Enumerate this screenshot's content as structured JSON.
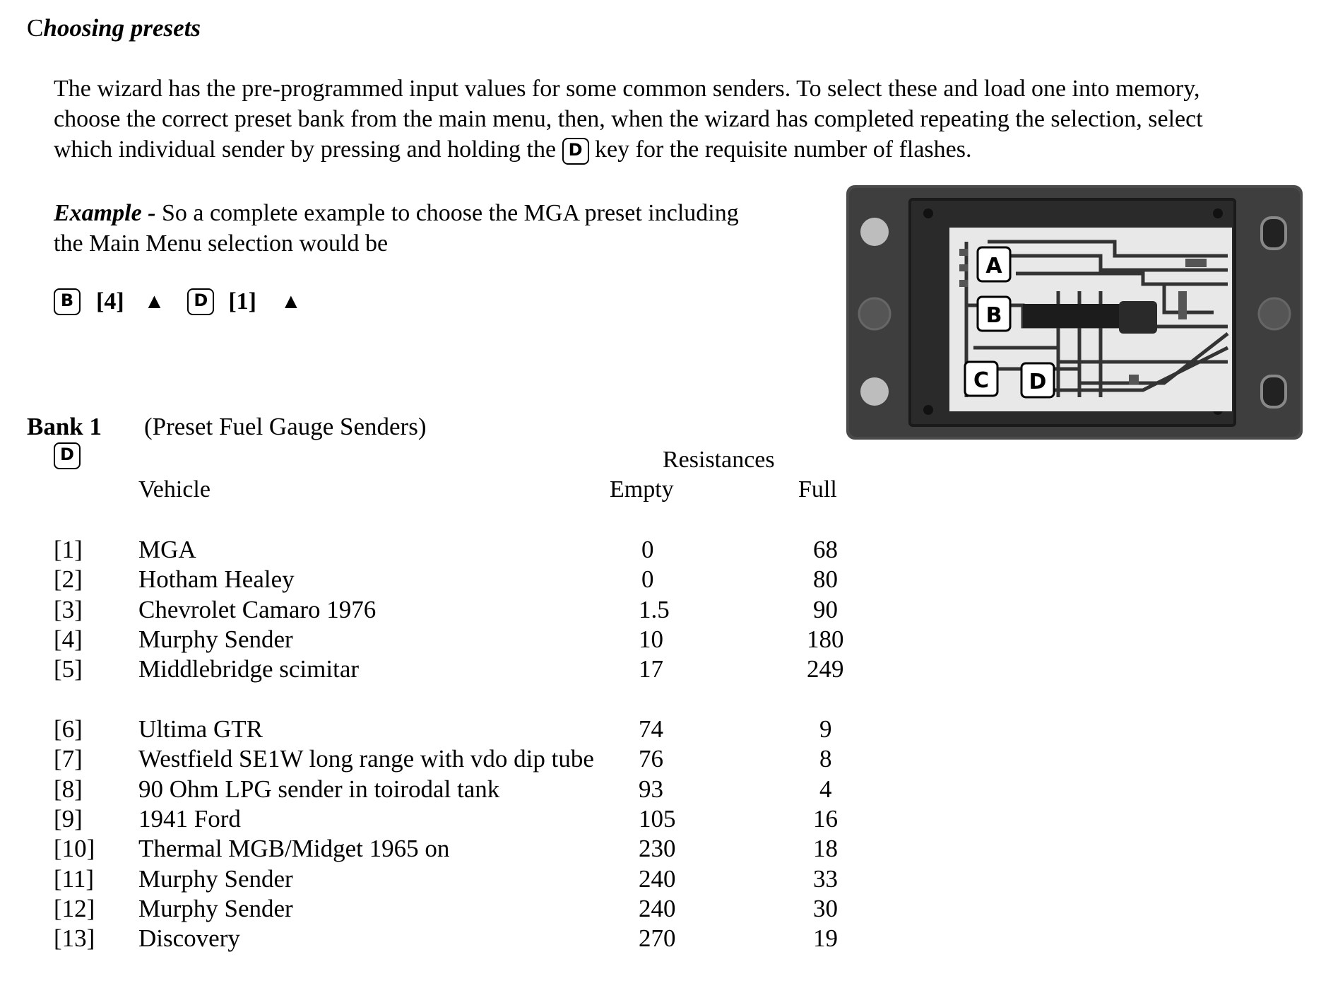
{
  "heading": {
    "first_letter": "C",
    "rest": "hoosing presets"
  },
  "intro": {
    "part1": "The wizard has the pre-programmed input values for some common senders. To select these and load one into memory, choose the correct preset bank from the main menu, then, when the wizard has completed repeating the selection, select which individual sender by pressing and holding the ",
    "key": "D",
    "part2": " key for the requisite number of flashes."
  },
  "example": {
    "label": "Example -",
    "text": " So a complete example to choose the MGA preset including the Main Menu selection would be"
  },
  "sequence": {
    "key1": "B",
    "val1": "[4]",
    "arrow1": "▲",
    "key2": "D",
    "val2": "[1]",
    "arrow2": "▲"
  },
  "photo": {
    "labels": [
      "A",
      "B",
      "C",
      "D"
    ]
  },
  "bank": {
    "title": "Bank 1",
    "description": "(Preset Fuel Gauge Senders)",
    "key": "D"
  },
  "table": {
    "group_header": "Resistances",
    "col_vehicle": "Vehicle",
    "col_empty": "Empty",
    "col_full": "Full",
    "rows": [
      {
        "num": "[1]",
        "vehicle": "MGA",
        "empty": "0",
        "full": "68"
      },
      {
        "num": "[2]",
        "vehicle": "Hotham Healey",
        "empty": "0",
        "full": "80"
      },
      {
        "num": "[3]",
        "vehicle": "Chevrolet Camaro 1976",
        "empty": "1.5",
        "full": "90"
      },
      {
        "num": "[4]",
        "vehicle": "Murphy Sender",
        "empty": "10",
        "full": "180"
      },
      {
        "num": "[5]",
        "vehicle": "Middlebridge scimitar",
        "empty": "17",
        "full": "249"
      },
      {
        "num": "[6]",
        "vehicle": "Ultima GTR",
        "empty": "74",
        "full": "9"
      },
      {
        "num": "[7]",
        "vehicle": "Westfield SE1W long range with vdo dip tube",
        "empty": "76",
        "full": "8"
      },
      {
        "num": "[8]",
        "vehicle": "90 Ohm LPG sender in toirodal tank",
        "empty": "93",
        "full": "4"
      },
      {
        "num": "[9]",
        "vehicle": "1941 Ford",
        "empty": "105",
        "full": "16"
      },
      {
        "num": "[10]",
        "vehicle": "Thermal MGB/Midget  1965 on",
        "empty": "230",
        "full": "18"
      },
      {
        "num": "[11]",
        "vehicle": "Murphy Sender",
        "empty": "240",
        "full": "33"
      },
      {
        "num": "[12]",
        "vehicle": "Murphy Sender",
        "empty": "240",
        "full": "30"
      },
      {
        "num": "[13]",
        "vehicle": "Discovery",
        "empty": "270",
        "full": "19"
      }
    ]
  }
}
